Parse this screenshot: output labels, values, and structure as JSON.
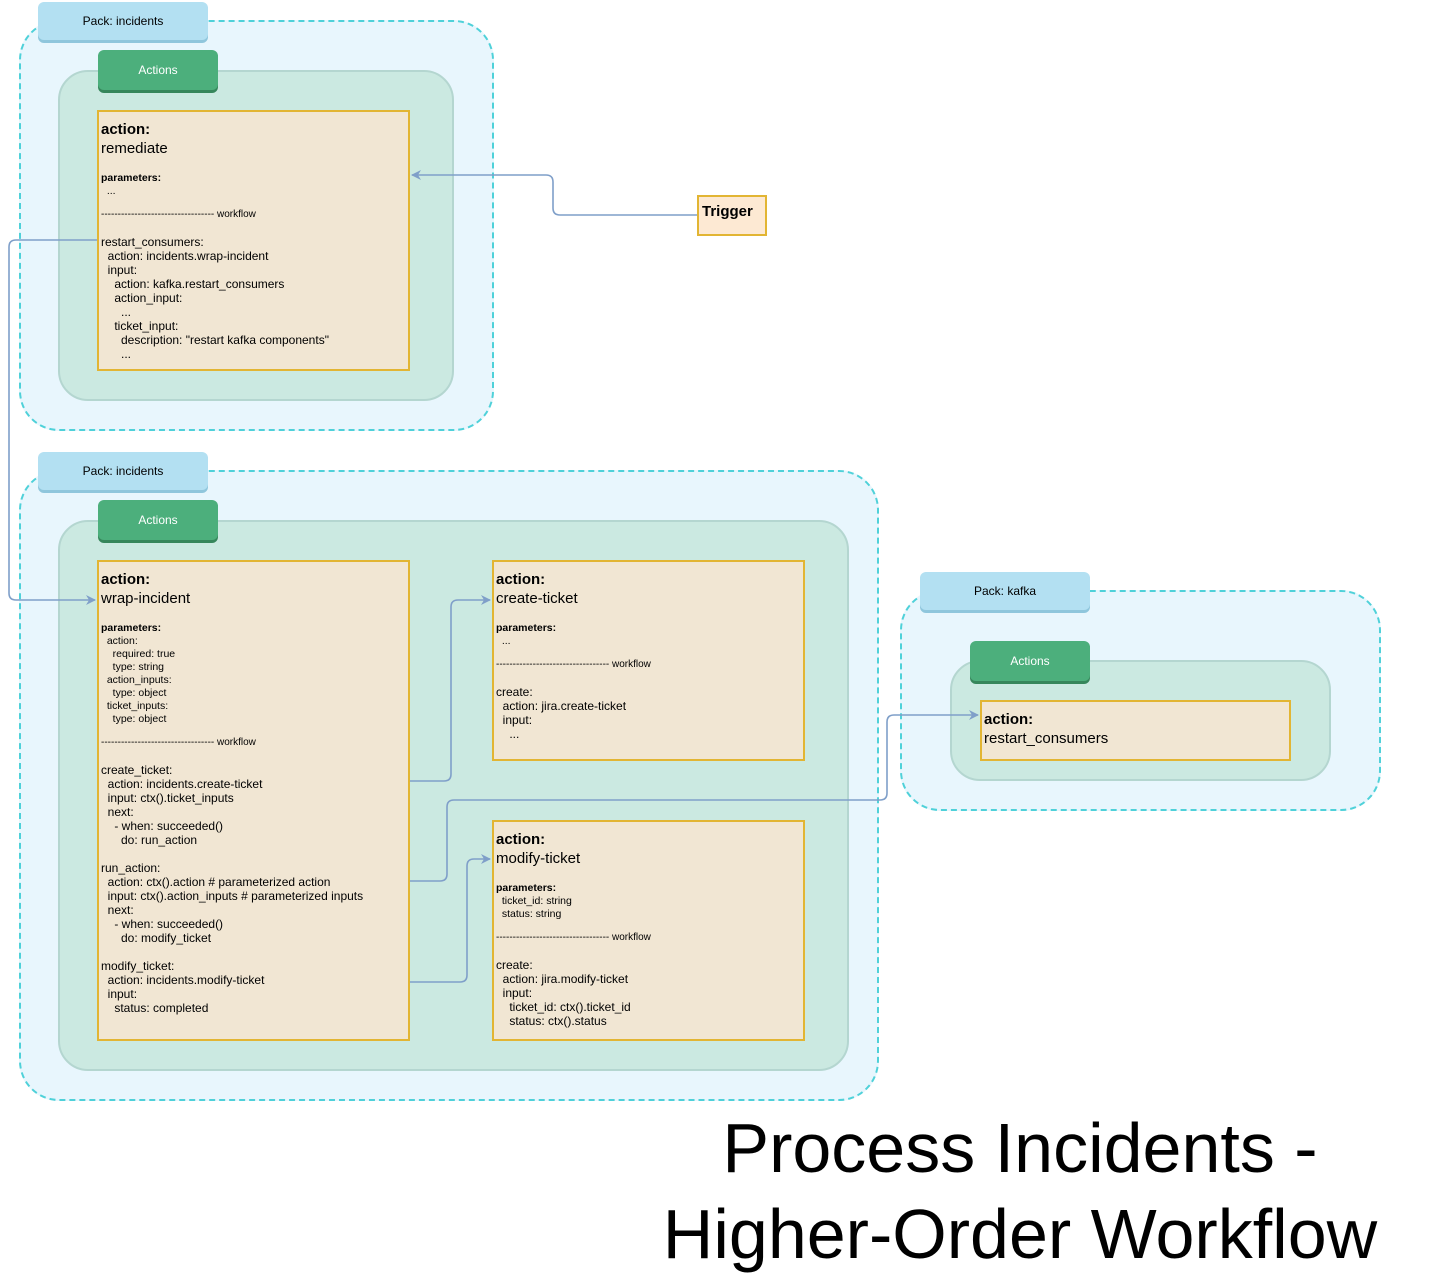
{
  "packs": [
    {
      "label": "Pack: incidents",
      "actions_label": "Actions"
    },
    {
      "label": "Pack: incidents",
      "actions_label": "Actions"
    },
    {
      "label": "Pack: kafka",
      "actions_label": "Actions"
    }
  ],
  "actions": {
    "remediate": {
      "label": "action:",
      "name": "remediate",
      "params_label": "parameters:",
      "params": "  ...",
      "separator": "---------------------------------- workflow",
      "workflow": "restart_consumers:\n  action: incidents.wrap-incident\n  input:\n    action: kafka.restart_consumers\n    action_input:\n      ...\n    ticket_input:\n      description: \"restart kafka components\"\n      ..."
    },
    "wrap_incident": {
      "label": "action:",
      "name": "wrap-incident",
      "params_label": "parameters:",
      "params": "  action:\n    required: true\n    type: string\n  action_inputs:\n    type: object\n  ticket_inputs:\n    type: object",
      "separator": "---------------------------------- workflow",
      "workflow": "create_ticket:\n  action: incidents.create-ticket\n  input: ctx().ticket_inputs\n  next:\n    - when: succeeded()\n      do: run_action\n\nrun_action:\n  action: ctx().action # parameterized action\n  input: ctx().action_inputs # parameterized inputs\n  next:\n    - when: succeeded()\n      do: modify_ticket\n\nmodify_ticket:\n  action: incidents.modify-ticket\n  input:\n    status: completed"
    },
    "create_ticket": {
      "label": "action:",
      "name": "create-ticket",
      "params_label": "parameters:",
      "params": "  ...",
      "separator": "---------------------------------- workflow",
      "workflow": "create:\n  action: jira.create-ticket\n  input:\n    ..."
    },
    "modify_ticket": {
      "label": "action:",
      "name": "modify-ticket",
      "params_label": "parameters:",
      "params": "  ticket_id: string\n  status: string",
      "separator": "---------------------------------- workflow",
      "workflow": "create:\n  action: jira.modify-ticket\n  input:\n    ticket_id: ctx().ticket_id\n    status: ctx().status"
    },
    "restart_consumers": {
      "label": "action:",
      "name": "restart_consumers"
    }
  },
  "trigger": {
    "label": "Trigger"
  },
  "title": {
    "line1": "Process Incidents -",
    "line2": "Higher-Order Workflow"
  },
  "colors": {
    "pack_border": "#4fd1d9",
    "pack_fill": "#e8f6fd",
    "actions_fill": "#cbe9e1",
    "action_box_fill": "#f1e6d3",
    "action_box_border": "#e2b533",
    "connector": "#7f9fc9"
  }
}
